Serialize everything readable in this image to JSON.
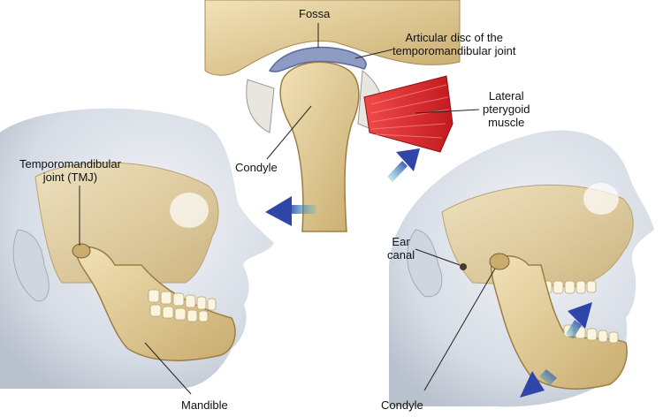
{
  "labels": {
    "fossa": "Fossa",
    "articular_disc": "Articular disc of the\ntemporomandibular joint",
    "lateral_pterygoid": "Lateral\npterygoid\nmuscle",
    "condyle_top": "Condyle",
    "tmj": "Temporomandibular\njoint (TMJ)",
    "ear_canal": "Ear\ncanal",
    "mandible": "Mandible",
    "condyle_bottom": "Condyle"
  },
  "colors": {
    "bone": "#e7d3a2",
    "bone_shade": "#b99a5e",
    "skin": "#dfe3ea",
    "skin_shade": "#aab3c0",
    "muscle": "#e0242a",
    "disc": "#8e9cc4",
    "arrow": "#2f46a8",
    "arrow_tail": "#3fb0c8"
  },
  "icons": [
    "arrow-left-icon",
    "arrow-up-right-icon",
    "arrow-up-icon",
    "arrow-down-left-icon"
  ]
}
